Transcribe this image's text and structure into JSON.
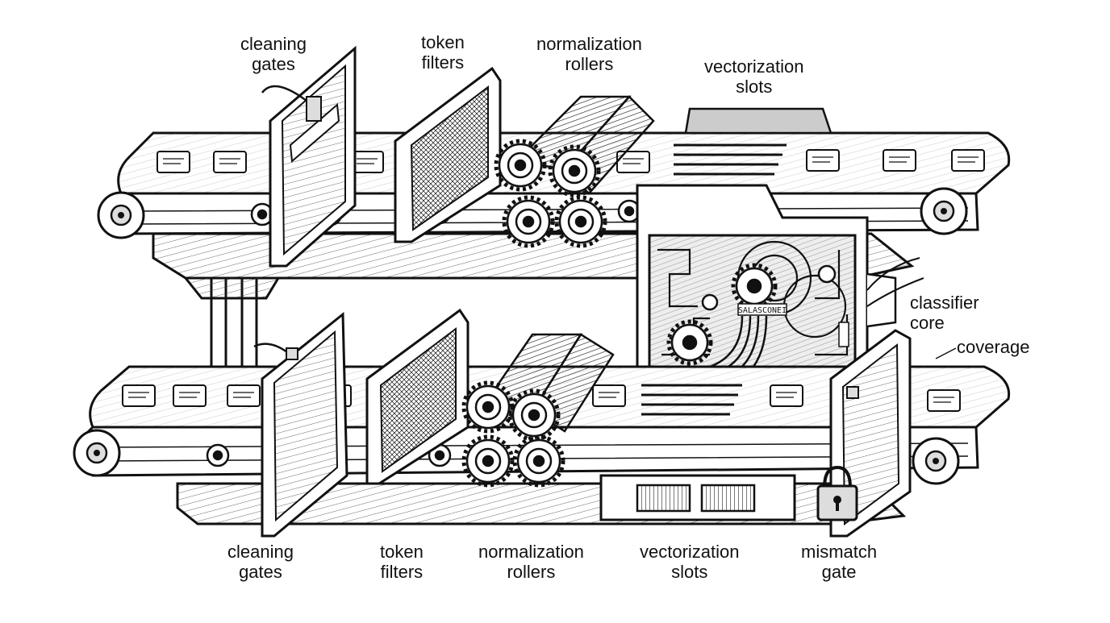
{
  "colors": {
    "ink": "#111111",
    "paper": "#ffffff",
    "shade": "#d9d9d9",
    "dark_shade": "#8c8c8c"
  },
  "labels": {
    "top_cleaning_gates": [
      "cleaning",
      "gates"
    ],
    "top_token_filters": [
      "token",
      "filters"
    ],
    "top_normalization_rollers": [
      "normalization",
      "rollers"
    ],
    "top_vectorization_slots": [
      "vectorization",
      "slots"
    ],
    "classifier_core": [
      "classifier",
      "core"
    ],
    "coverage": "coverage",
    "bottom_cleaning_gates": [
      "cleaning",
      "gates"
    ],
    "bottom_token_filters": [
      "token",
      "filters"
    ],
    "bottom_normalization_rollers": [
      "normalization",
      "rollers"
    ],
    "bottom_vectorization_slots": [
      "vectorization",
      "slots"
    ],
    "mismatch_gate": [
      "mismatch",
      "gate"
    ]
  },
  "core_plate_text": "SALASCONEI",
  "icons": {
    "lock": "padlock-icon",
    "gear": "gear-icon"
  }
}
